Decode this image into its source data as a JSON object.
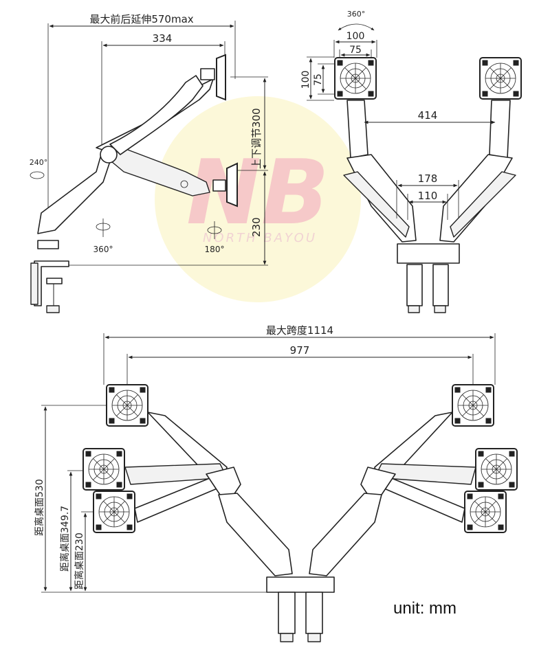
{
  "watermark": {
    "logo": "NB",
    "text": "NORTH BAYOU"
  },
  "top_left": {
    "max_reach": "最大前后延伸570max",
    "arm_length": "334",
    "vertical_adjust": "上下调节300",
    "height": "230",
    "rotation_arm": "240°",
    "rotation_base": "360°",
    "rotation_head": "180°"
  },
  "top_right": {
    "rotation": "360°",
    "vesa_w100": "100",
    "vesa_w75": "75",
    "vesa_h100": "100",
    "vesa_h75": "75",
    "width_414": "414",
    "width_178": "178",
    "width_110": "110"
  },
  "bottom": {
    "max_span": "最大跨度1114",
    "span_977": "977",
    "height_530": "距离桌面530",
    "height_349": "距离桌面349.7",
    "height_230": "距离桌面230"
  },
  "unit_label": "unit: mm"
}
